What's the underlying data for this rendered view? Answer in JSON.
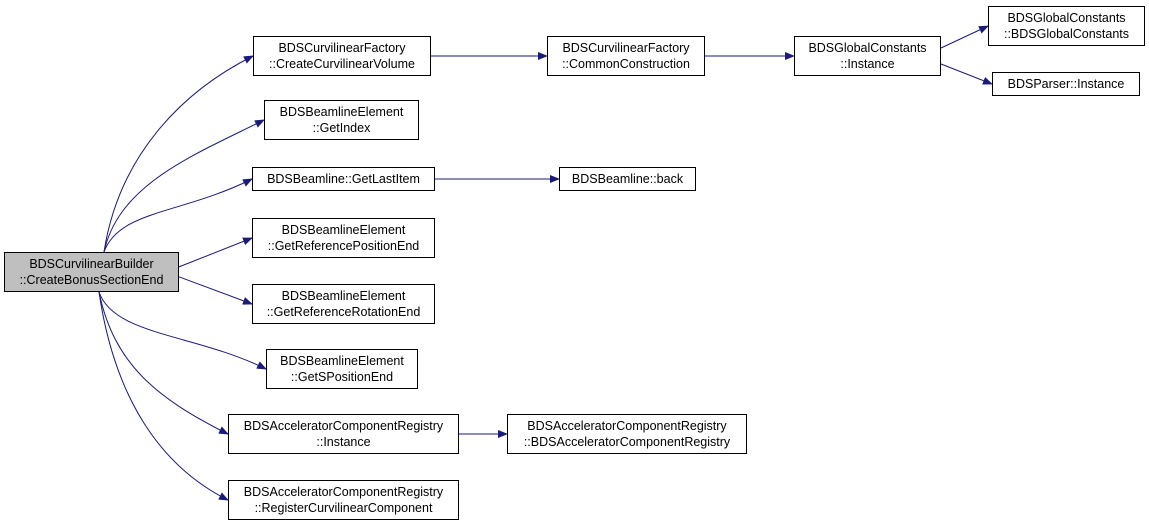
{
  "diagram": {
    "edge_color": "#1a1a7a",
    "root_fill": "#bfbfbf",
    "nodes": {
      "root": [
        "BDSCurvilinearBuilder",
        "::CreateBonusSectionEnd"
      ],
      "create_curvilinear_volume": [
        "BDSCurvilinearFactory",
        "::CreateCurvilinearVolume"
      ],
      "common_construction": [
        "BDSCurvilinearFactory",
        "::CommonConstruction"
      ],
      "global_constants_instance": [
        "BDSGlobalConstants",
        "::Instance"
      ],
      "global_constants_ctor": [
        "BDSGlobalConstants",
        "::BDSGlobalConstants"
      ],
      "parser_instance": [
        "BDSParser::Instance"
      ],
      "get_index": [
        "BDSBeamlineElement",
        "::GetIndex"
      ],
      "get_last_item": [
        "BDSBeamline::GetLastItem"
      ],
      "beamline_back": [
        "BDSBeamline::back"
      ],
      "get_reference_position_end": [
        "BDSBeamlineElement",
        "::GetReferencePositionEnd"
      ],
      "get_reference_rotation_end": [
        "BDSBeamlineElement",
        "::GetReferenceRotationEnd"
      ],
      "get_s_position_end": [
        "BDSBeamlineElement",
        "::GetSPositionEnd"
      ],
      "registry_instance": [
        "BDSAcceleratorComponentRegistry",
        "::Instance"
      ],
      "registry_ctor": [
        "BDSAcceleratorComponentRegistry",
        "::BDSAcceleratorComponentRegistry"
      ],
      "register_curvilinear_component": [
        "BDSAcceleratorComponentRegistry",
        "::RegisterCurvilinearComponent"
      ]
    },
    "edges": [
      [
        "root",
        "create_curvilinear_volume"
      ],
      [
        "root",
        "get_index"
      ],
      [
        "root",
        "get_last_item"
      ],
      [
        "root",
        "get_reference_position_end"
      ],
      [
        "root",
        "get_reference_rotation_end"
      ],
      [
        "root",
        "get_s_position_end"
      ],
      [
        "root",
        "registry_instance"
      ],
      [
        "root",
        "register_curvilinear_component"
      ],
      [
        "create_curvilinear_volume",
        "common_construction"
      ],
      [
        "common_construction",
        "global_constants_instance"
      ],
      [
        "global_constants_instance",
        "global_constants_ctor"
      ],
      [
        "global_constants_instance",
        "parser_instance"
      ],
      [
        "get_last_item",
        "beamline_back"
      ],
      [
        "registry_instance",
        "registry_ctor"
      ]
    ]
  }
}
